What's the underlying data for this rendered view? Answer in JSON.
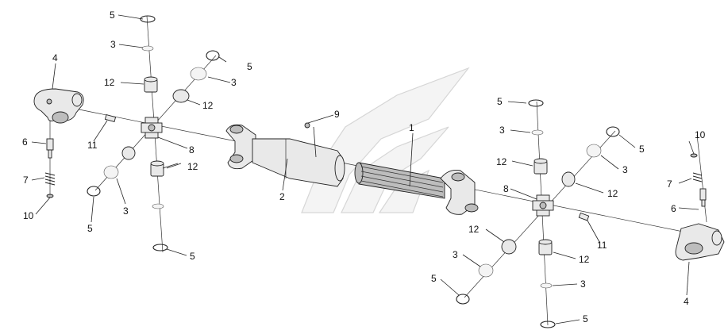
{
  "callouts": {
    "c1": "1",
    "c2": "2",
    "c9": "9",
    "l4": "4",
    "l5a": "5",
    "l3a": "3",
    "l12a": "12",
    "l5b": "5",
    "l3b": "3",
    "l12b": "12",
    "l6": "6",
    "l11": "11",
    "l8": "8",
    "l7": "7",
    "l10": "10",
    "l12c": "12",
    "l3c": "3",
    "l5c": "5",
    "l5d": "5",
    "r5a": "5",
    "r3a": "3",
    "r12a": "12",
    "r8": "8",
    "r5b": "5",
    "r3b": "3",
    "r12b": "12",
    "r10": "10",
    "r7": "7",
    "r6": "6",
    "r11": "11",
    "r12c": "12",
    "r3c": "3",
    "r5c": "5",
    "r12d": "12",
    "r3d": "3",
    "r5d": "5",
    "r4": "4"
  },
  "icons": {
    "watermark": "stylized-logo-watermark",
    "parts": [
      "yoke",
      "cross-spider",
      "needle-bearing-cup",
      "circlip",
      "washer",
      "pin",
      "spring",
      "grease-nipple",
      "tube",
      "splined-shaft"
    ]
  }
}
